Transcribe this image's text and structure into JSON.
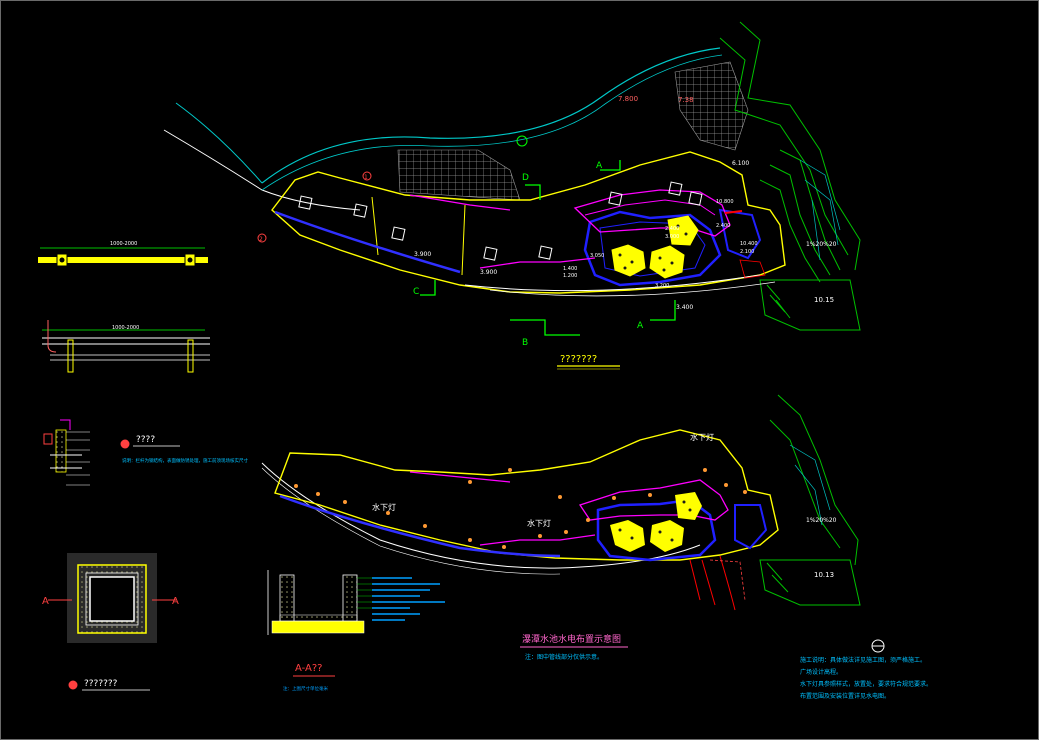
{
  "drawing": {
    "plan_top": {
      "title": "???????",
      "elev_top_a": "7.800",
      "elev_top_b": "7.38",
      "elev_main": "6.100",
      "elev_left_1": "3.900",
      "elev_left_2": "3.900",
      "elev_bottom": "3.400",
      "elev_pool_1": "1.400",
      "elev_pool_2": "1.200",
      "elev_pool_3": "3.050",
      "elev_pool_4": "3.200",
      "elev_right_1": "10.800",
      "elev_right_2": "10.400",
      "elev_right_3": "2.400",
      "elev_right_4": "2.100",
      "elev_mid_a": "2.400",
      "elev_mid_b": "3.000",
      "tag_label": "10.15",
      "slope_label": "1%20%20",
      "section_a": "A",
      "section_b": "B",
      "section_c": "C",
      "section_d": "D",
      "marker_1": "1",
      "marker_2": "2"
    },
    "plan_bottom": {
      "title": "瀑潭水池水电布置示意图",
      "note": "注：图中管线部分仅供示意。",
      "label_lamp_1": "水下灯",
      "label_lamp_2": "水下灯",
      "label_lamp_3": "水下灯",
      "tag_label": "10.13",
      "slope_label": "1%20%20"
    },
    "section_detail": {
      "title": "A-A??",
      "note": "注：上图尺寸单位毫米"
    },
    "plan_detail": {
      "title": "???????",
      "section_left": "A",
      "section_right": "A"
    },
    "rail_detail": {
      "title": "????",
      "dim_1": "1000-2000",
      "dim_2": "1000-2000",
      "note_line": "说明：栏杆为钢结构，表面做防锈处理，施工前须现场核实尺寸"
    },
    "notes_block": {
      "line_1": "施工说明：具体做法详见施工图，须严格施工。",
      "line_2": "广场设计高程。",
      "line_3": "水下灯具参照样式，放置处，要求符合规范要求。",
      "line_4": "布置范围及安装位置详见水电图。"
    },
    "colors": {
      "background": "#000000",
      "contour": "#00c000",
      "pool_edge": "#0000ff",
      "paving": "#ff00ff",
      "boundary": "#ffff00",
      "curb": "#00ffff",
      "annotation": "#00ff00",
      "note_red": "#ff0000",
      "white": "#ffffff"
    }
  }
}
